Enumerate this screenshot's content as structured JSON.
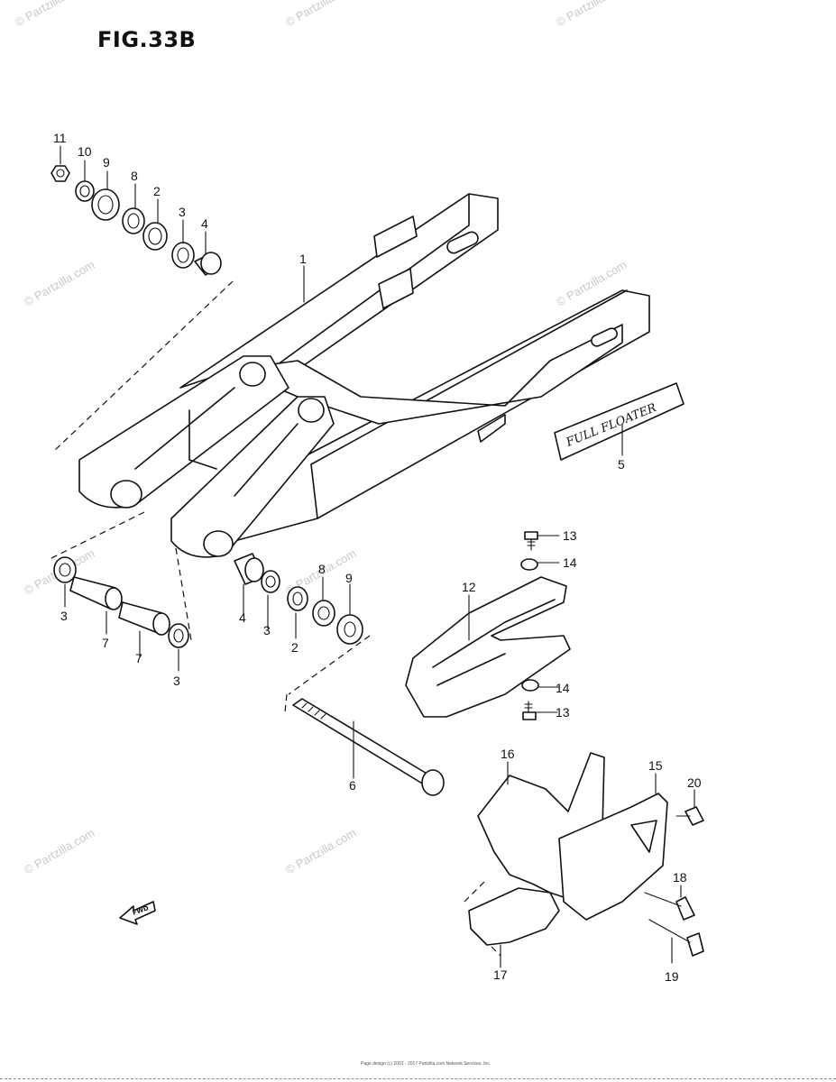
{
  "figure": {
    "title": "FIG.33B"
  },
  "fwd_label": "FWD",
  "decal_text": "FULL FLOATER",
  "labels": {
    "l1": "1",
    "l2a": "2",
    "l2b": "2",
    "l3a": "3",
    "l3b": "3",
    "l3c": "3",
    "l3d": "3",
    "l4a": "4",
    "l4b": "4",
    "l5": "5",
    "l6": "6",
    "l7a": "7",
    "l7b": "7",
    "l8a": "8",
    "l8b": "8",
    "l9a": "9",
    "l9b": "9",
    "l10": "10",
    "l11": "11",
    "l12": "12",
    "l13a": "13",
    "l13b": "13",
    "l14a": "14",
    "l14b": "14",
    "l15": "15",
    "l16": "16",
    "l17": "17",
    "l18": "18",
    "l19": "19",
    "l20": "20"
  },
  "watermark": "© Partzilla.com",
  "footer": "Page design (c) 2001 - 2017 Partzilla.com Network Services, Inc."
}
